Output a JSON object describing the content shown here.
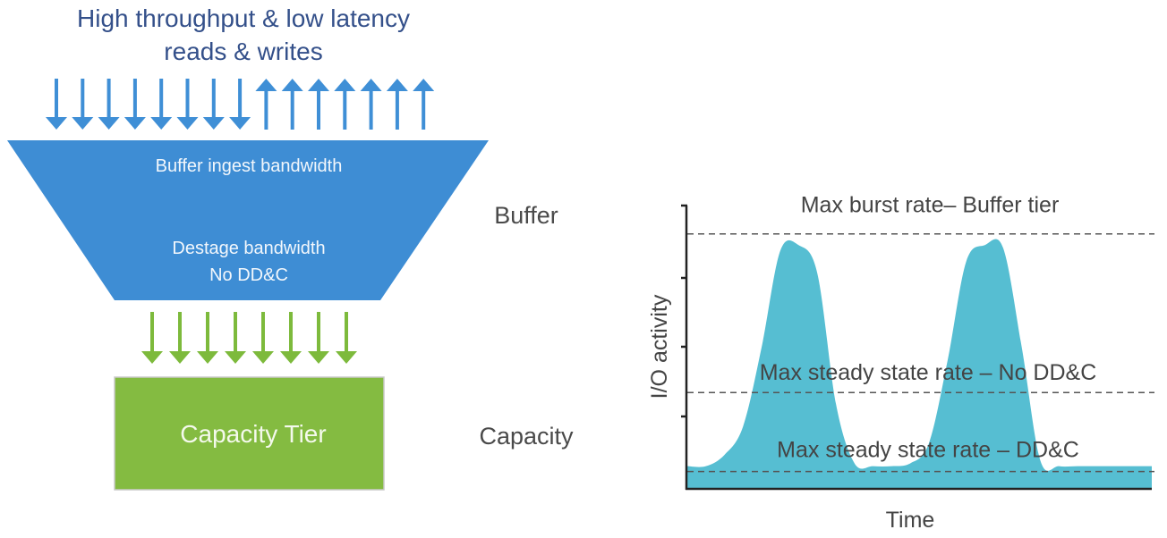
{
  "header": {
    "line1": "High throughput & low latency",
    "line2": "reads & writes"
  },
  "io_arrows": {
    "down_count": 8,
    "up_count": 7,
    "color": "#3f8fd6"
  },
  "funnel": {
    "color": "#3e8dd4",
    "ingest_label": "Buffer ingest bandwidth",
    "destage_line1": "Destage bandwidth",
    "destage_line2": "No DD&C"
  },
  "destage_arrows": {
    "count": 8,
    "color": "#7dba3c"
  },
  "capacity_box": {
    "label": "Capacity Tier",
    "color": "#84bb41"
  },
  "side_labels": {
    "buffer": "Buffer",
    "capacity": "Capacity"
  },
  "chart_data": {
    "type": "area",
    "title": "",
    "xlabel": "Time",
    "ylabel": "I/O activity",
    "fill_color": "#56bed2",
    "grid": false,
    "x": [
      0,
      4,
      8,
      12,
      16,
      20,
      24,
      28,
      32,
      36,
      40,
      44,
      48,
      52,
      56,
      60,
      64,
      68,
      72,
      76,
      80,
      84,
      88,
      92,
      96,
      100
    ],
    "values": [
      0.8,
      0.8,
      1.2,
      2.2,
      5.0,
      8.4,
      8.6,
      7.6,
      3.0,
      0.9,
      0.8,
      0.8,
      0.9,
      1.6,
      4.5,
      8.0,
      8.6,
      8.5,
      5.0,
      1.0,
      0.8,
      0.8,
      0.8,
      0.8,
      0.8,
      0.8
    ],
    "ylim": [
      0,
      10
    ],
    "xlim": [
      0,
      100
    ],
    "reference_lines": [
      {
        "label": "Max burst rate– Buffer tier",
        "value": 9.0
      },
      {
        "label": "Max steady state rate – No DD&C",
        "value": 3.4
      },
      {
        "label": "Max steady state rate – DD&C",
        "value": 0.8
      }
    ]
  }
}
